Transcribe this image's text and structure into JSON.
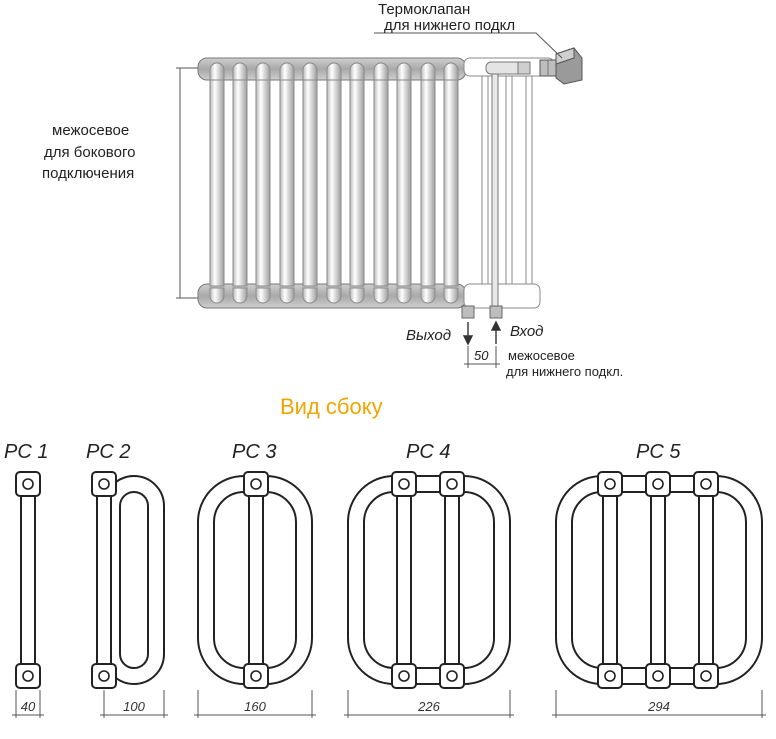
{
  "top_view": {
    "thermovalve_label_line1": "Термоклапан",
    "thermovalve_label_line2": "для нижнего подкл",
    "side_spacing_line1": "межосевое",
    "side_spacing_line2": "для бокового",
    "side_spacing_line3": "подключения",
    "outlet_label": "Выход",
    "inlet_label": "Вход",
    "bottom_spacing_value": "50",
    "bottom_spacing_line1": "межосевое",
    "bottom_spacing_line2": "для нижнего подкл."
  },
  "side_view": {
    "title": "Вид сбоку",
    "models": [
      {
        "name": "PC 1",
        "width": "40"
      },
      {
        "name": "PC 2",
        "width": "100"
      },
      {
        "name": "PC 3",
        "width": "160"
      },
      {
        "name": "PC 4",
        "width": "226"
      },
      {
        "name": "PC 5",
        "width": "294"
      }
    ]
  }
}
